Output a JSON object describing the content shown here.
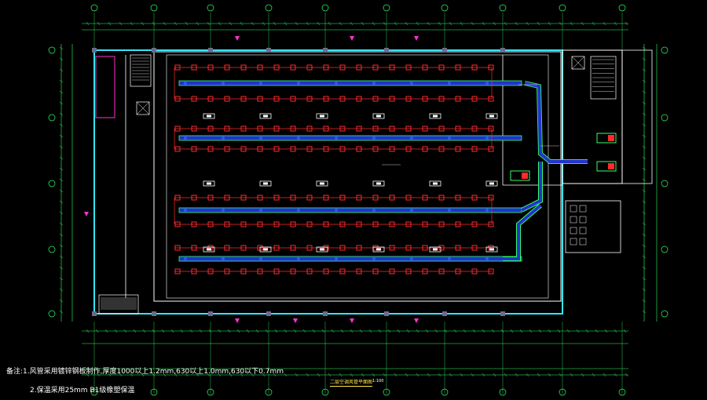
{
  "notes": {
    "line1": "备注:1.风管采用镀锌钢板制作,厚度1000以上1.2mm,630以上1.0mm,630以下0.7mm",
    "line2": "2.保温采用25mm B1级橡塑保温"
  },
  "drawing": {
    "caption": "二层空调风管平面图",
    "scale": "1:100"
  },
  "colors": {
    "background": "#000000",
    "wall": "#ffffff",
    "dims": "#33ff66",
    "diffuser": "#ff2a2a",
    "duct": "#33ff66",
    "ductFill": "#2233cc",
    "outerWall": "#33e6ff",
    "tag": "#ff33cc",
    "yellow": "#ffe84a"
  },
  "icons": [
    "axis-bubble-icon",
    "air-diffuser-icon",
    "return-grille-icon",
    "stair-icon",
    "elevator-icon",
    "duct-icon"
  ]
}
